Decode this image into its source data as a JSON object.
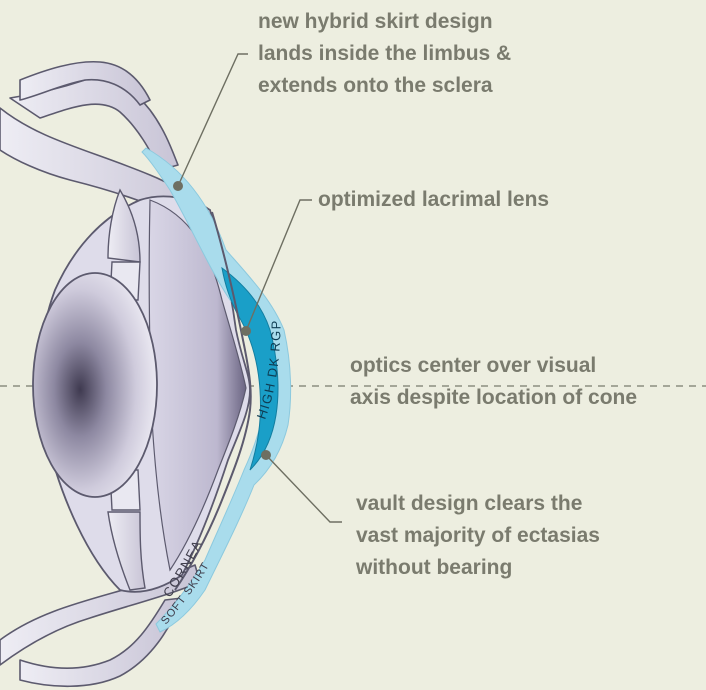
{
  "callouts": {
    "skirt": {
      "lines": [
        "new hybrid skirt design",
        "lands inside the limbus &",
        "extends onto the sclera"
      ]
    },
    "lacrimal": {
      "lines": [
        "optimized lacrimal lens"
      ]
    },
    "optics": {
      "lines": [
        "optics center over visual",
        "axis despite location of cone"
      ]
    },
    "vault": {
      "lines": [
        "vault design clears the",
        "vast majority of ectasias",
        "without bearing"
      ]
    }
  },
  "lens_labels": {
    "rgp": "HIGH DK RGP",
    "cornea": "CORNEA",
    "skirt": "SOFT SKIRT"
  },
  "colors": {
    "background": "#edeee0",
    "callout_text": "#7a7b6e",
    "rgp_lens": "#1a9fc8",
    "soft_skirt": "#9fd8ea",
    "eye_tissue": "#e4e3ef",
    "eye_outline": "#5c5a6e",
    "lens_center": "#4a4658"
  }
}
